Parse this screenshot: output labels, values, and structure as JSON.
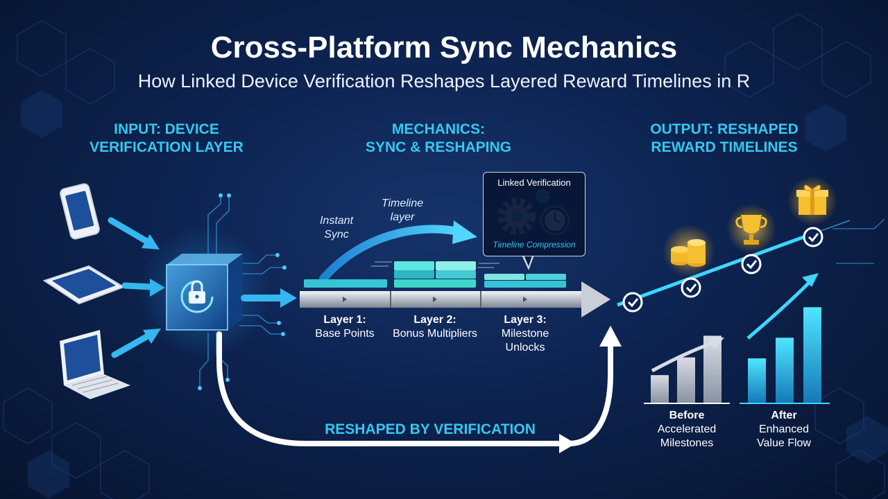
{
  "header": {
    "title": "Cross-Platform Sync Mechanics",
    "subtitle": "How Linked Device Verification Reshapes Layered Reward Timelines in R"
  },
  "sections": {
    "input": [
      "INPUT: DEVICE",
      "VERIFICATION LAYER"
    ],
    "mechanics": [
      "MECHANICS:",
      "SYNC & RESHAPING"
    ],
    "output": [
      "OUTPUT: RESHAPED",
      "REWARD TIMELINES"
    ]
  },
  "devices": [
    "phone-icon",
    "tablet-icon",
    "laptop-icon"
  ],
  "flow_labels": {
    "instant_sync": [
      "Instant",
      "Sync"
    ],
    "timeline_layer": [
      "Timeline",
      "layer"
    ]
  },
  "layers": [
    {
      "name": "Layer 1:",
      "desc": [
        "Base Points"
      ]
    },
    {
      "name": "Layer 2:",
      "desc": [
        "Bonus Multipliers"
      ]
    },
    {
      "name": "Layer 3:",
      "desc": [
        "Milestone",
        "Unlocks"
      ]
    }
  ],
  "callout": {
    "title": "Linked Verification",
    "subtitle": "Timeline Compression"
  },
  "bottom_label": "RESHAPED BY VERIFICATION",
  "comparison": {
    "before": {
      "label": "Before",
      "desc": [
        "Accelerated",
        "Milestones"
      ],
      "bars": [
        0.28,
        0.46,
        0.68
      ]
    },
    "after": {
      "label": "After",
      "desc": [
        "Enhanced",
        "Value Flow"
      ],
      "bars": [
        0.45,
        0.66,
        0.97
      ]
    }
  },
  "rewards": [
    "coins-icon",
    "trophy-icon",
    "gift-icon"
  ],
  "colors": {
    "accent": "#36c8f0",
    "background": "#0d2350",
    "teal": "#3fd6d0"
  }
}
